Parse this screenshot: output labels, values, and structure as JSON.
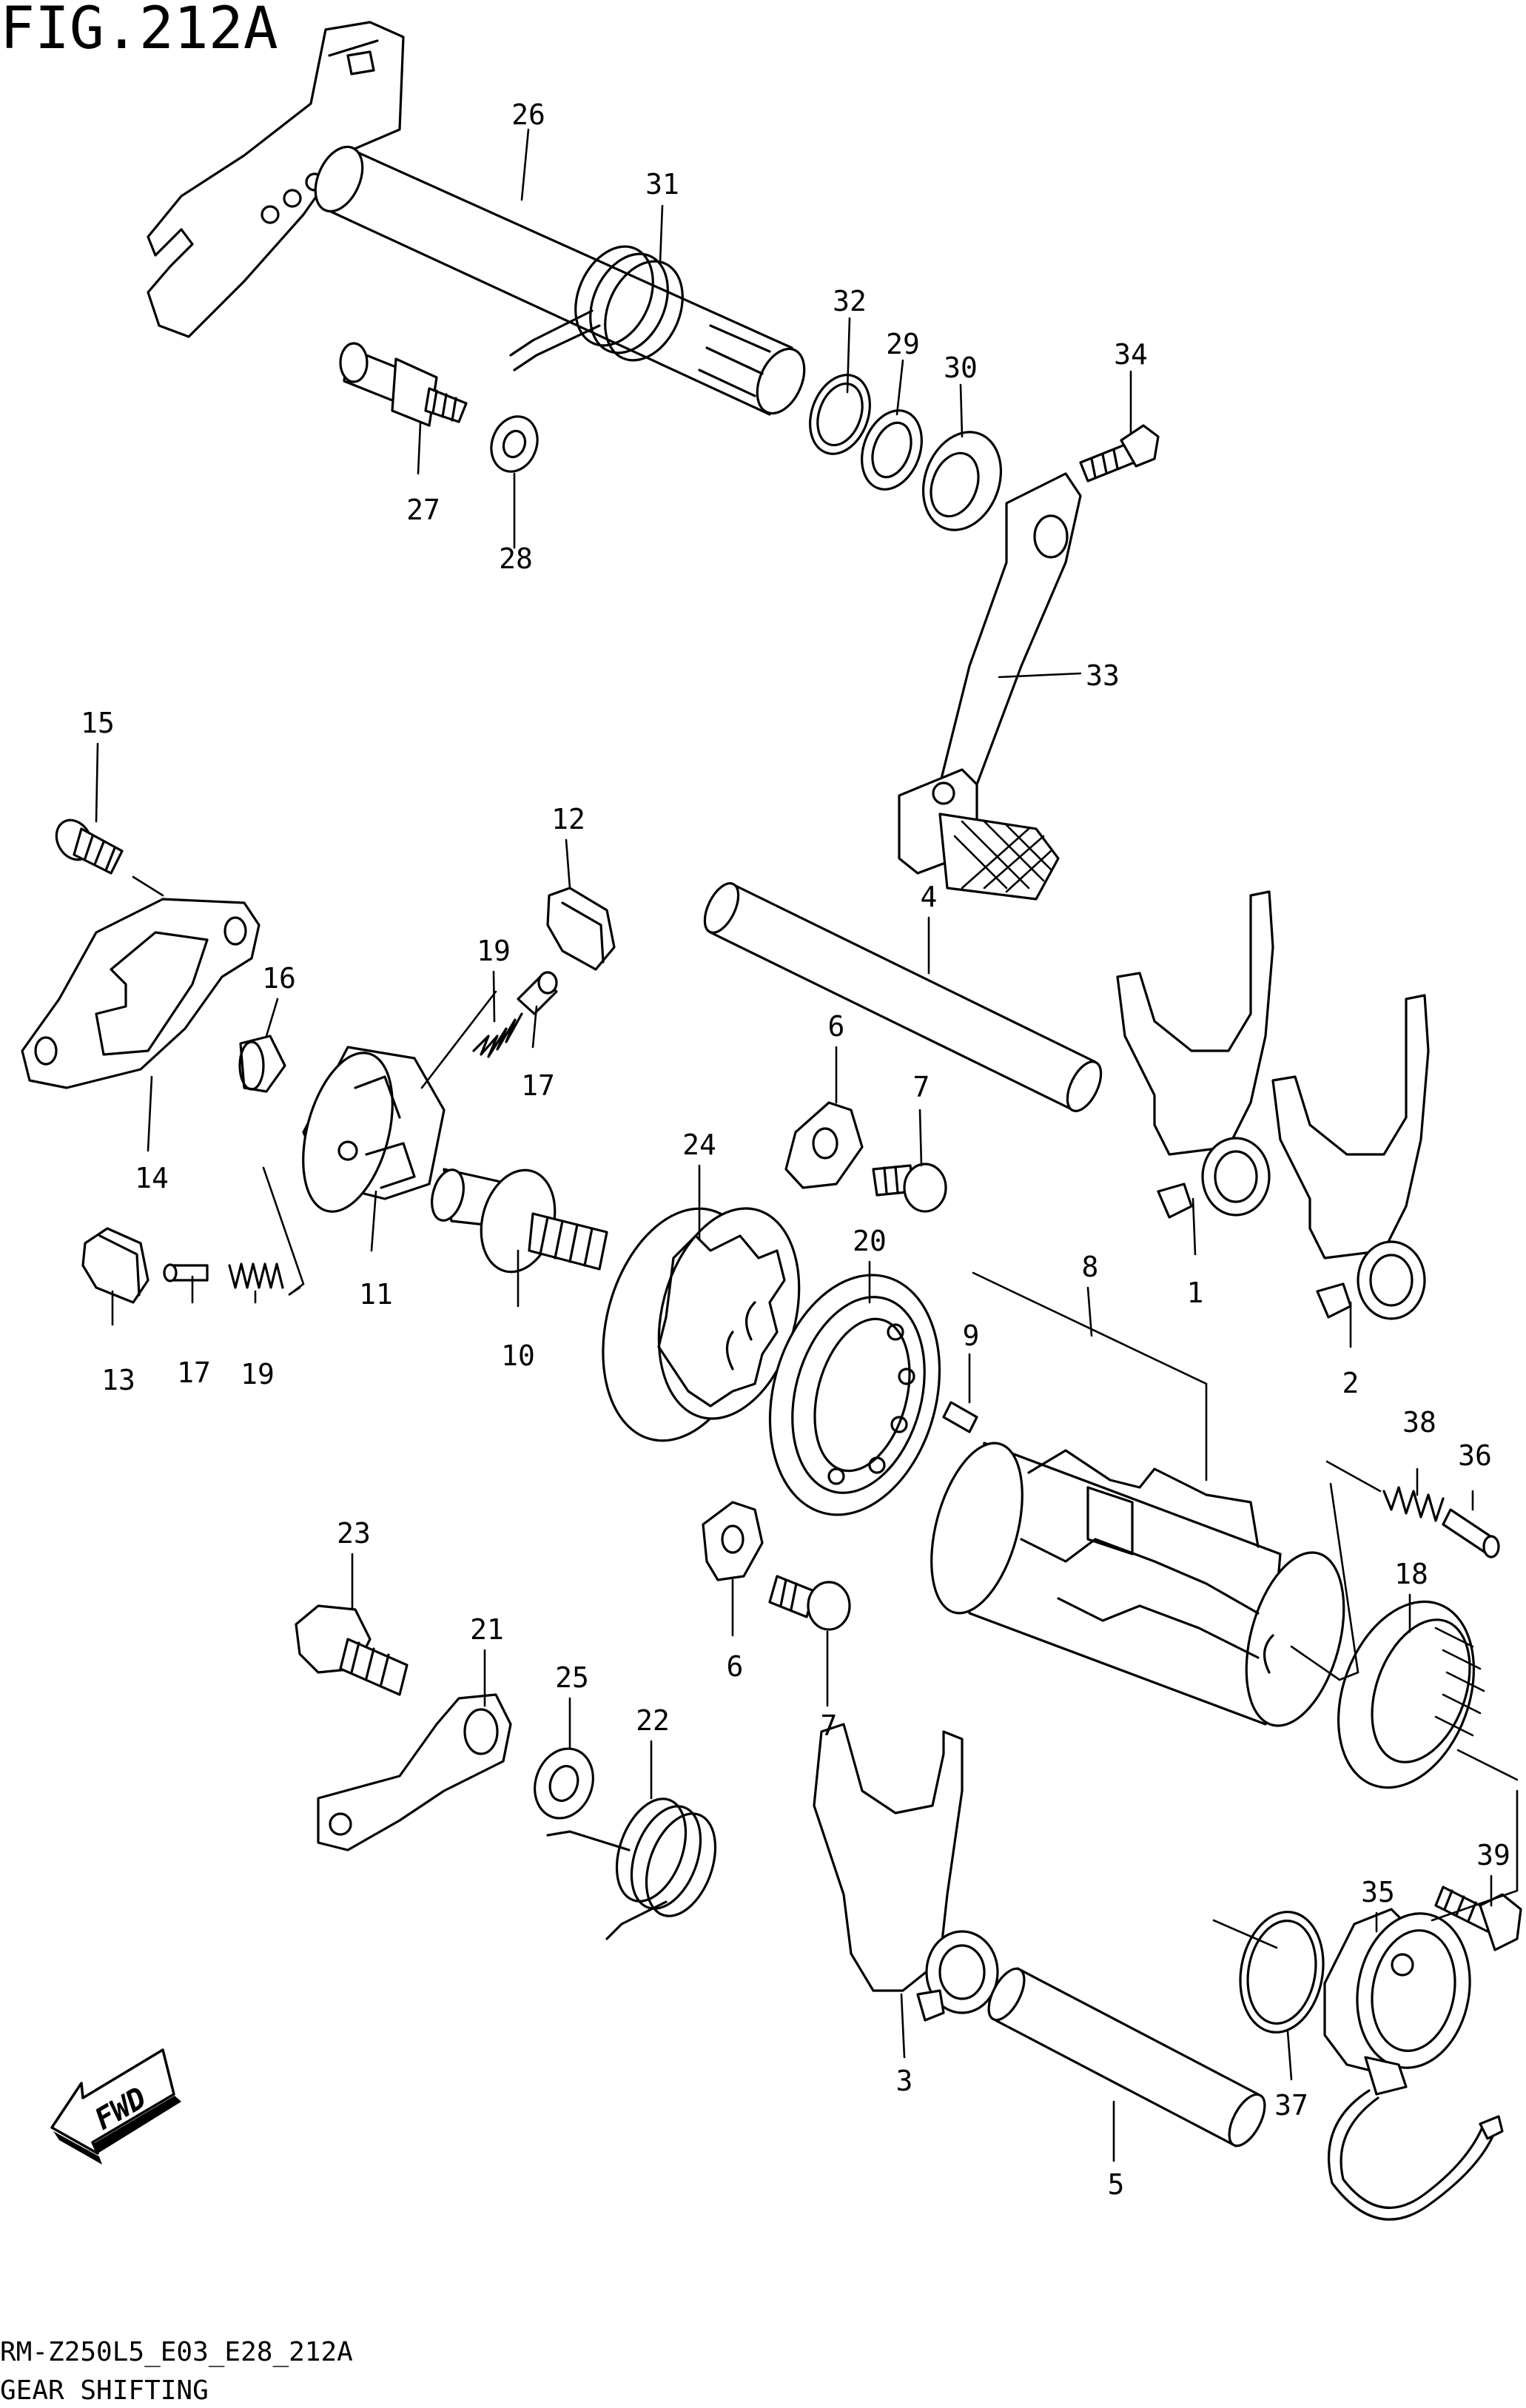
{
  "figure": {
    "title": "FIG.212A",
    "code": "RM-Z250L5_E03_E28_212A",
    "caption": "GEAR SHIFTING",
    "fwd_label": "FWD"
  },
  "callouts": [
    {
      "id": "c26",
      "text": "26",
      "part": "shift-shaft"
    },
    {
      "id": "c31",
      "text": "31",
      "part": "shaft-return-spring"
    },
    {
      "id": "c32",
      "text": "32",
      "part": "circlip"
    },
    {
      "id": "c29",
      "text": "29",
      "part": "washer"
    },
    {
      "id": "c30",
      "text": "30",
      "part": "oil-seal"
    },
    {
      "id": "c34",
      "text": "34",
      "part": "pedal-bolt"
    },
    {
      "id": "c27",
      "text": "27",
      "part": "stopper-bolt"
    },
    {
      "id": "c28",
      "text": "28",
      "part": "washer"
    },
    {
      "id": "c33",
      "text": "33",
      "part": "gearshift-pedal"
    },
    {
      "id": "c15",
      "text": "15",
      "part": "screw"
    },
    {
      "id": "c12",
      "text": "12",
      "part": "pawl"
    },
    {
      "id": "c16",
      "text": "16",
      "part": "bushing"
    },
    {
      "id": "c19a",
      "text": "19",
      "part": "pawl-spring"
    },
    {
      "id": "c17a",
      "text": "17",
      "part": "pawl-pin"
    },
    {
      "id": "c14",
      "text": "14",
      "part": "guide-plate"
    },
    {
      "id": "c4",
      "text": "4",
      "part": "fork-shaft"
    },
    {
      "id": "c6a",
      "text": "6",
      "part": "cam-stopper-plate"
    },
    {
      "id": "c7a",
      "text": "7",
      "part": "screw"
    },
    {
      "id": "c24",
      "text": "24",
      "part": "cam-driven-gear"
    },
    {
      "id": "c1",
      "text": "1",
      "part": "shift-fork-1"
    },
    {
      "id": "c2",
      "text": "2",
      "part": "shift-fork-2"
    },
    {
      "id": "c11",
      "text": "11",
      "part": "pawl-lifter"
    },
    {
      "id": "c10",
      "text": "10",
      "part": "bolt"
    },
    {
      "id": "c13",
      "text": "13",
      "part": "pawl"
    },
    {
      "id": "c17b",
      "text": "17",
      "part": "pawl-pin"
    },
    {
      "id": "c19b",
      "text": "19",
      "part": "pawl-spring"
    },
    {
      "id": "c20",
      "text": "20",
      "part": "bearing"
    },
    {
      "id": "c8",
      "text": "8",
      "part": "gearshift-cam"
    },
    {
      "id": "c9",
      "text": "9",
      "part": "pin"
    },
    {
      "id": "c38",
      "text": "38",
      "part": "spring"
    },
    {
      "id": "c36",
      "text": "36",
      "part": "plunger"
    },
    {
      "id": "c18",
      "text": "18",
      "part": "needle-bearing"
    },
    {
      "id": "c23",
      "text": "23",
      "part": "bolt"
    },
    {
      "id": "c21",
      "text": "21",
      "part": "cam-stopper"
    },
    {
      "id": "c25",
      "text": "25",
      "part": "washer"
    },
    {
      "id": "c22",
      "text": "22",
      "part": "stopper-spring"
    },
    {
      "id": "c6b",
      "text": "6",
      "part": "cam-stopper-plate"
    },
    {
      "id": "c7b",
      "text": "7",
      "part": "screw"
    },
    {
      "id": "c39",
      "text": "39",
      "part": "bolt"
    },
    {
      "id": "c35",
      "text": "35",
      "part": "gear-position-sensor"
    },
    {
      "id": "c37",
      "text": "37",
      "part": "o-ring"
    },
    {
      "id": "c3",
      "text": "3",
      "part": "shift-fork-3"
    },
    {
      "id": "c5",
      "text": "5",
      "part": "fork-shaft"
    }
  ]
}
